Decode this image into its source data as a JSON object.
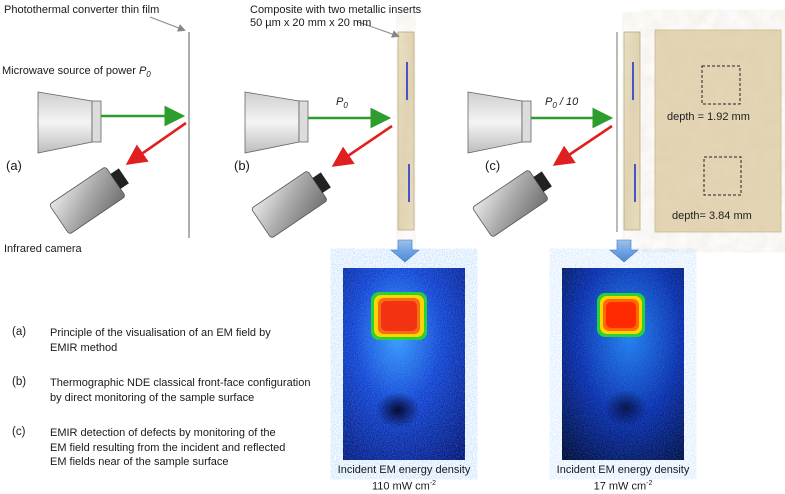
{
  "labels": {
    "film": "Photothermal converter thin film",
    "composite_line1": "Composite with two metallic inserts",
    "composite_line2": "50 µm x 20 mm x 20 mm",
    "source": "Microwave source of power ",
    "source_sym": "P",
    "source_sub": "0",
    "camera": "Infrared camera",
    "power_b_sym": "P",
    "power_b_sub": "0",
    "power_c_sym": "P",
    "power_c_sub": "0",
    "power_c_suffix": "/ 10",
    "depth1": "depth = 1.92 mm",
    "depth2": "depth= 3.84 mm"
  },
  "panels": {
    "a": "(a)",
    "b": "(b)",
    "c": "(c)"
  },
  "legend": [
    {
      "key": "(a)",
      "lines": [
        "Principle  of the visualisation of an EM field by",
        "EMIR method"
      ]
    },
    {
      "key": "(b)",
      "lines": [
        "Thermographic NDE  classical front-face configuration",
        "by direct monitoring of the sample surface"
      ]
    },
    {
      "key": "(c)",
      "lines": [
        "EMIR detection of defects by monitoring of the",
        "EM field resulting from the incident and reflected",
        "EM fields near of the sample surface"
      ]
    }
  ],
  "captions": [
    {
      "line1": "Incident EM energy density",
      "value": "110 mW cm",
      "exp": "-2"
    },
    {
      "line1": "Incident EM energy density",
      "value": "17 mW cm",
      "exp": "-2"
    }
  ],
  "colors": {
    "beam_incident": "#2e9d2e",
    "beam_reflected": "#e02020",
    "insert": "#2233cc",
    "composite": "#e8dcc0"
  }
}
